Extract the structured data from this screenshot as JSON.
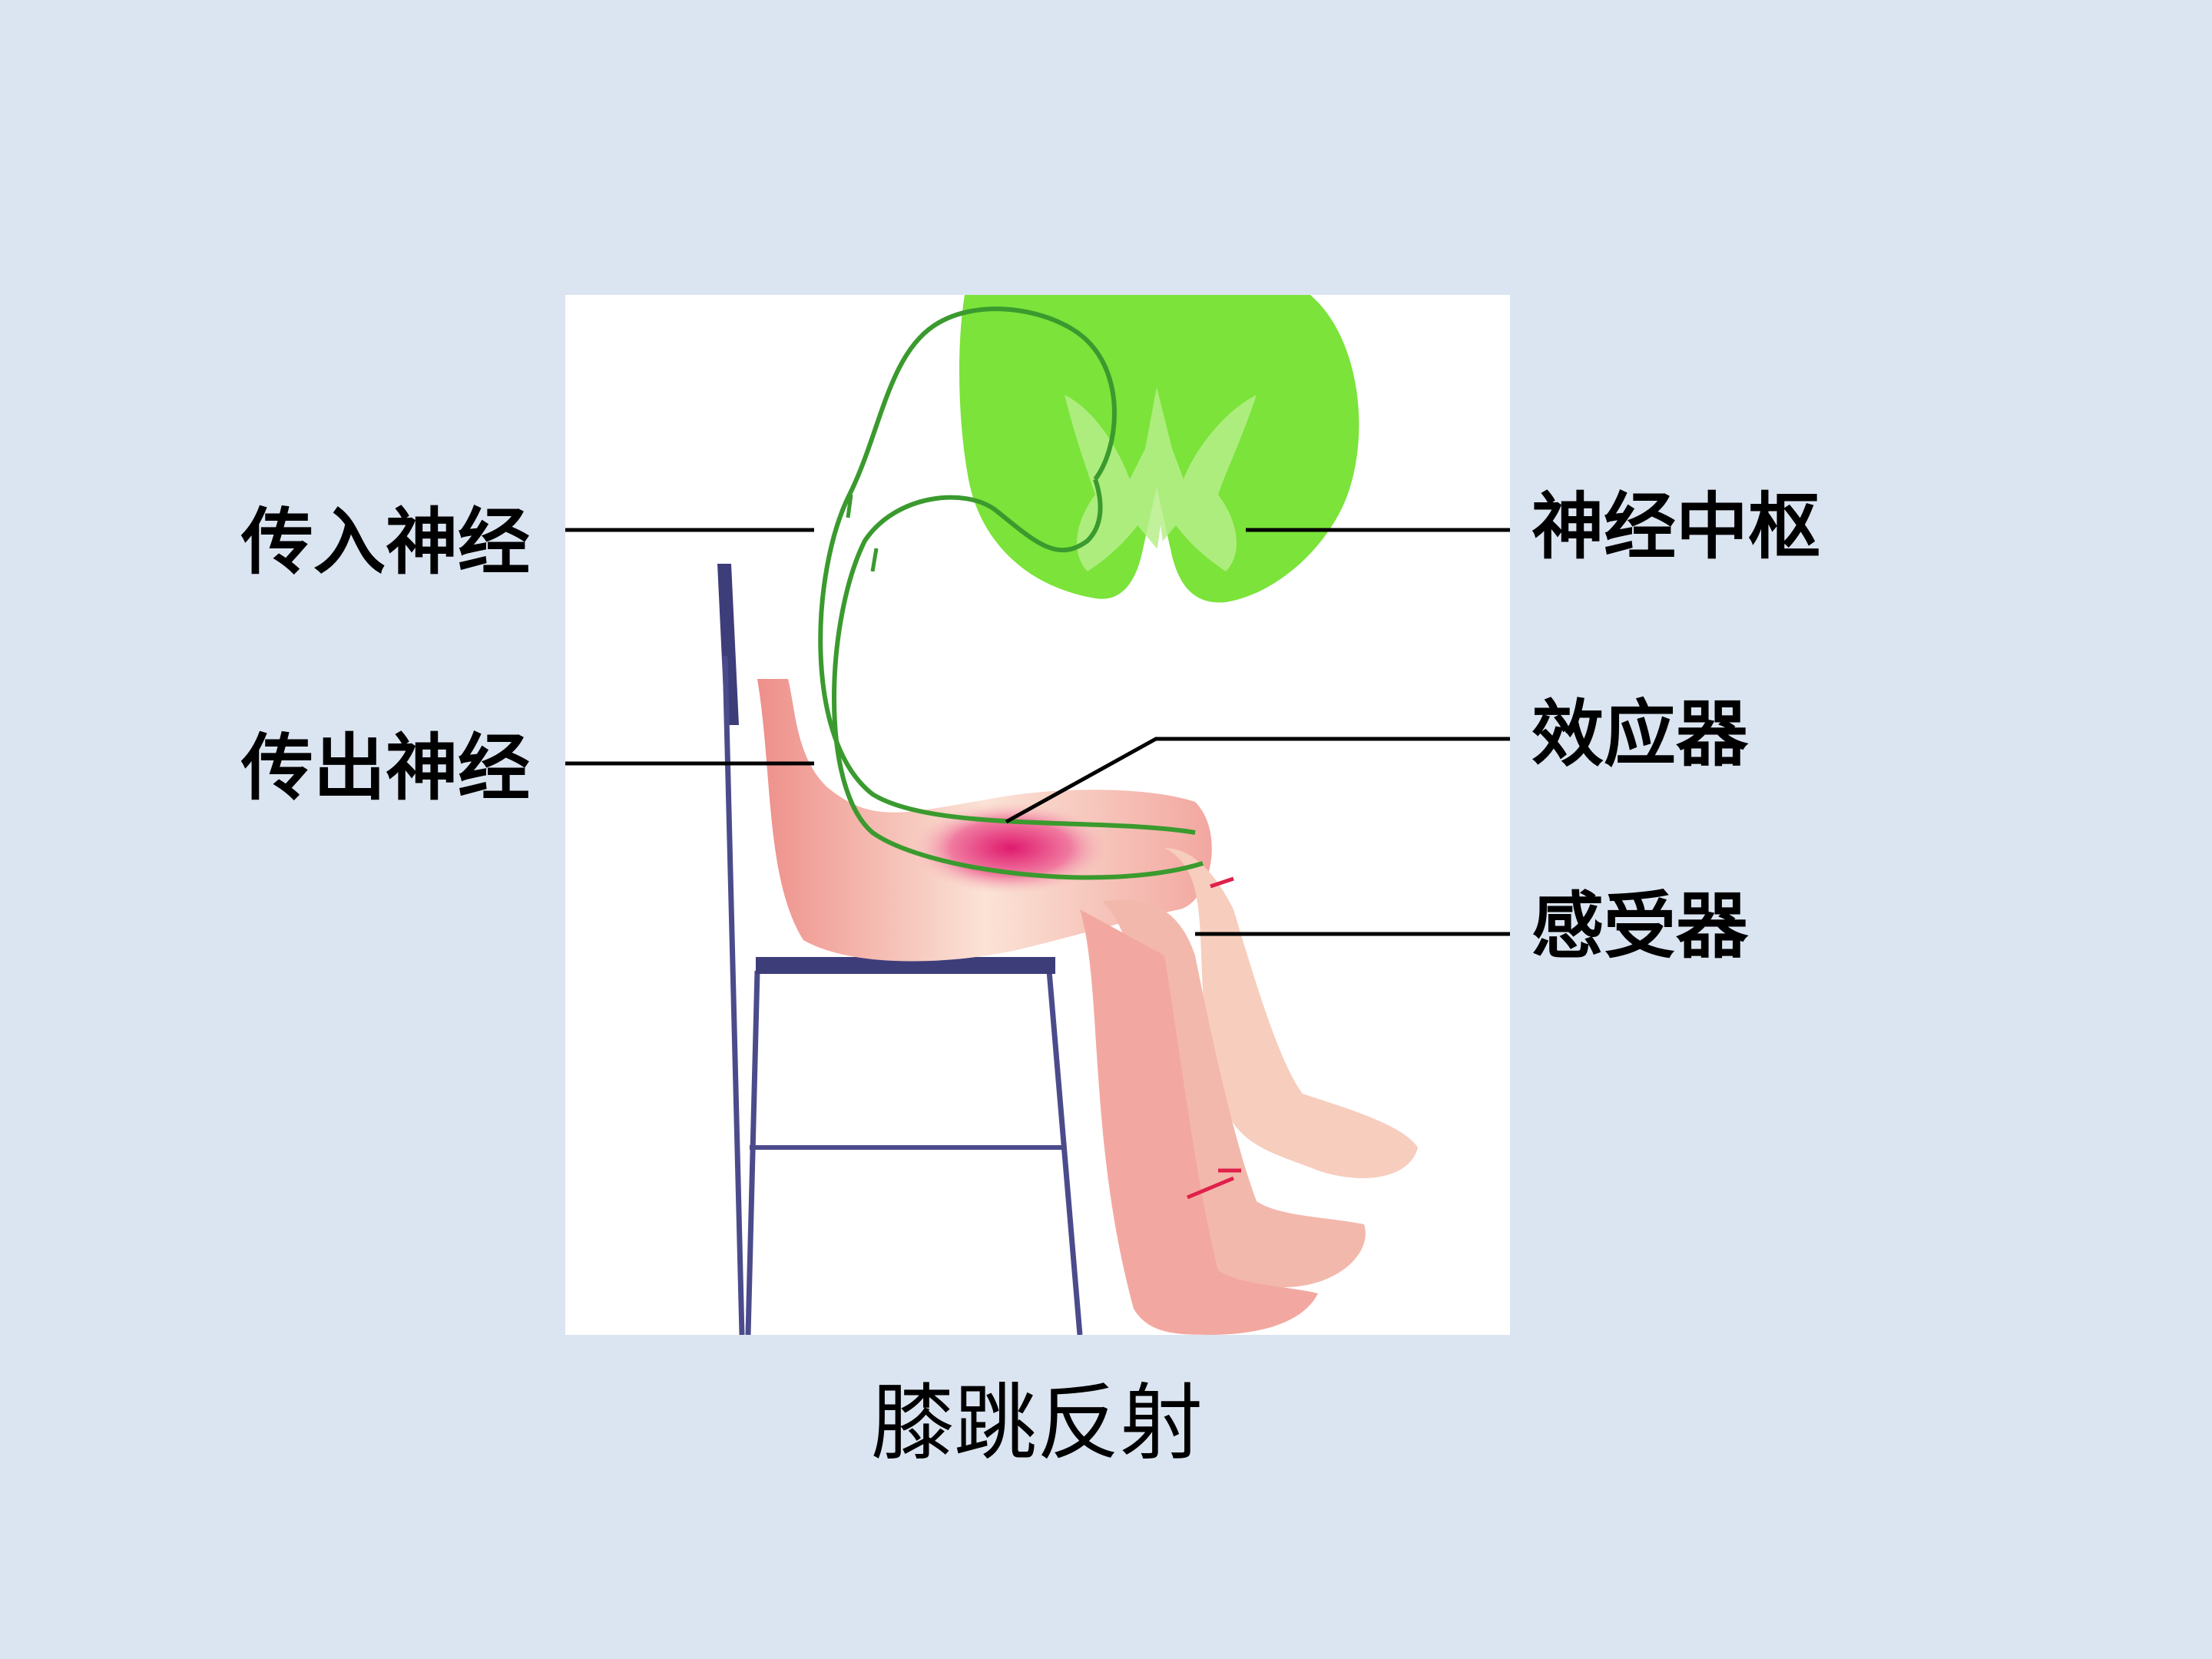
{
  "labels": {
    "afferent_nerve": "传入神经",
    "efferent_nerve": "传出神经",
    "nerve_center": "神经中枢",
    "effector": "效应器",
    "receptor": "感受器"
  },
  "caption": "膝跳反射",
  "colors": {
    "background": "#dbe5f1",
    "spinal_cord": "#7be33a",
    "nerve": "#3a9a2e",
    "chair": "#5a5a9a",
    "skin": "#f6c3b3",
    "muscle": "#e0207a"
  }
}
